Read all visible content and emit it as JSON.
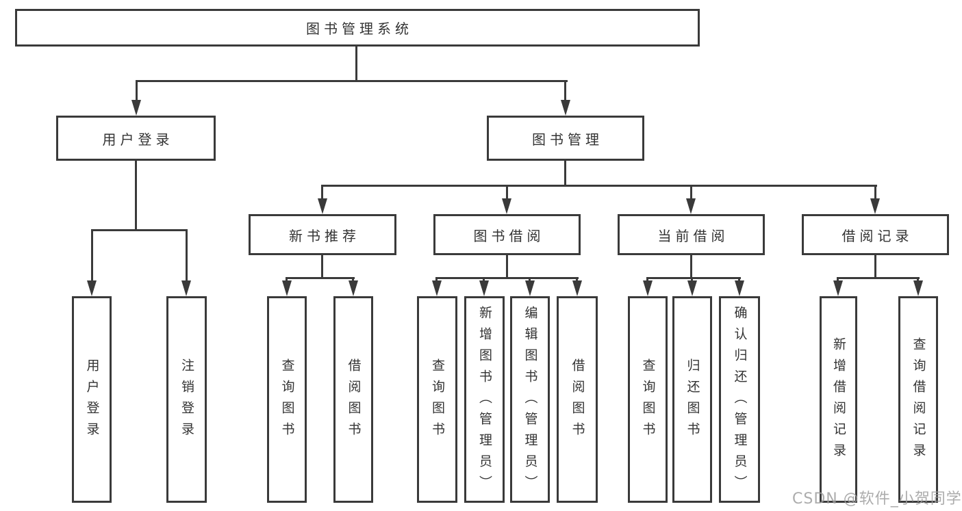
{
  "diagram": {
    "root": {
      "label": "图书管理系统"
    },
    "nodes": {
      "user_login": {
        "label": "用户登录"
      },
      "book_mgmt": {
        "label": "图书管理"
      },
      "new_books": {
        "label": "新书推荐"
      },
      "book_borrow": {
        "label": "图书借阅"
      },
      "current_borrow": {
        "label": "当前借阅"
      },
      "borrow_records": {
        "label": "借阅记录"
      }
    },
    "leaves": {
      "user_login_leaf": {
        "label": "用户登录"
      },
      "logout": {
        "label": "注销登录"
      },
      "nb_query_books": {
        "label": "查询图书"
      },
      "nb_borrow_books": {
        "label": "借阅图书"
      },
      "bb_query_books": {
        "label": "查询图书"
      },
      "bb_add_books": {
        "label": "新增图书（管理员）"
      },
      "bb_edit_books": {
        "label": "编辑图书（管理员）"
      },
      "bb_borrow_books": {
        "label": "借阅图书"
      },
      "cb_query_books": {
        "label": "查询图书"
      },
      "cb_return_books": {
        "label": "归还图书"
      },
      "cb_confirm_return": {
        "label": "确认归还（管理员）"
      },
      "br_add_record": {
        "label": "新增借阅记录"
      },
      "br_query_record": {
        "label": "查询借阅记录"
      }
    },
    "watermark": "CSDN @软件_小贺同学",
    "colors": {
      "border": "#3a3a3a",
      "text": "#333333",
      "watermark": "#9e9e9e",
      "background": "#ffffff"
    }
  }
}
